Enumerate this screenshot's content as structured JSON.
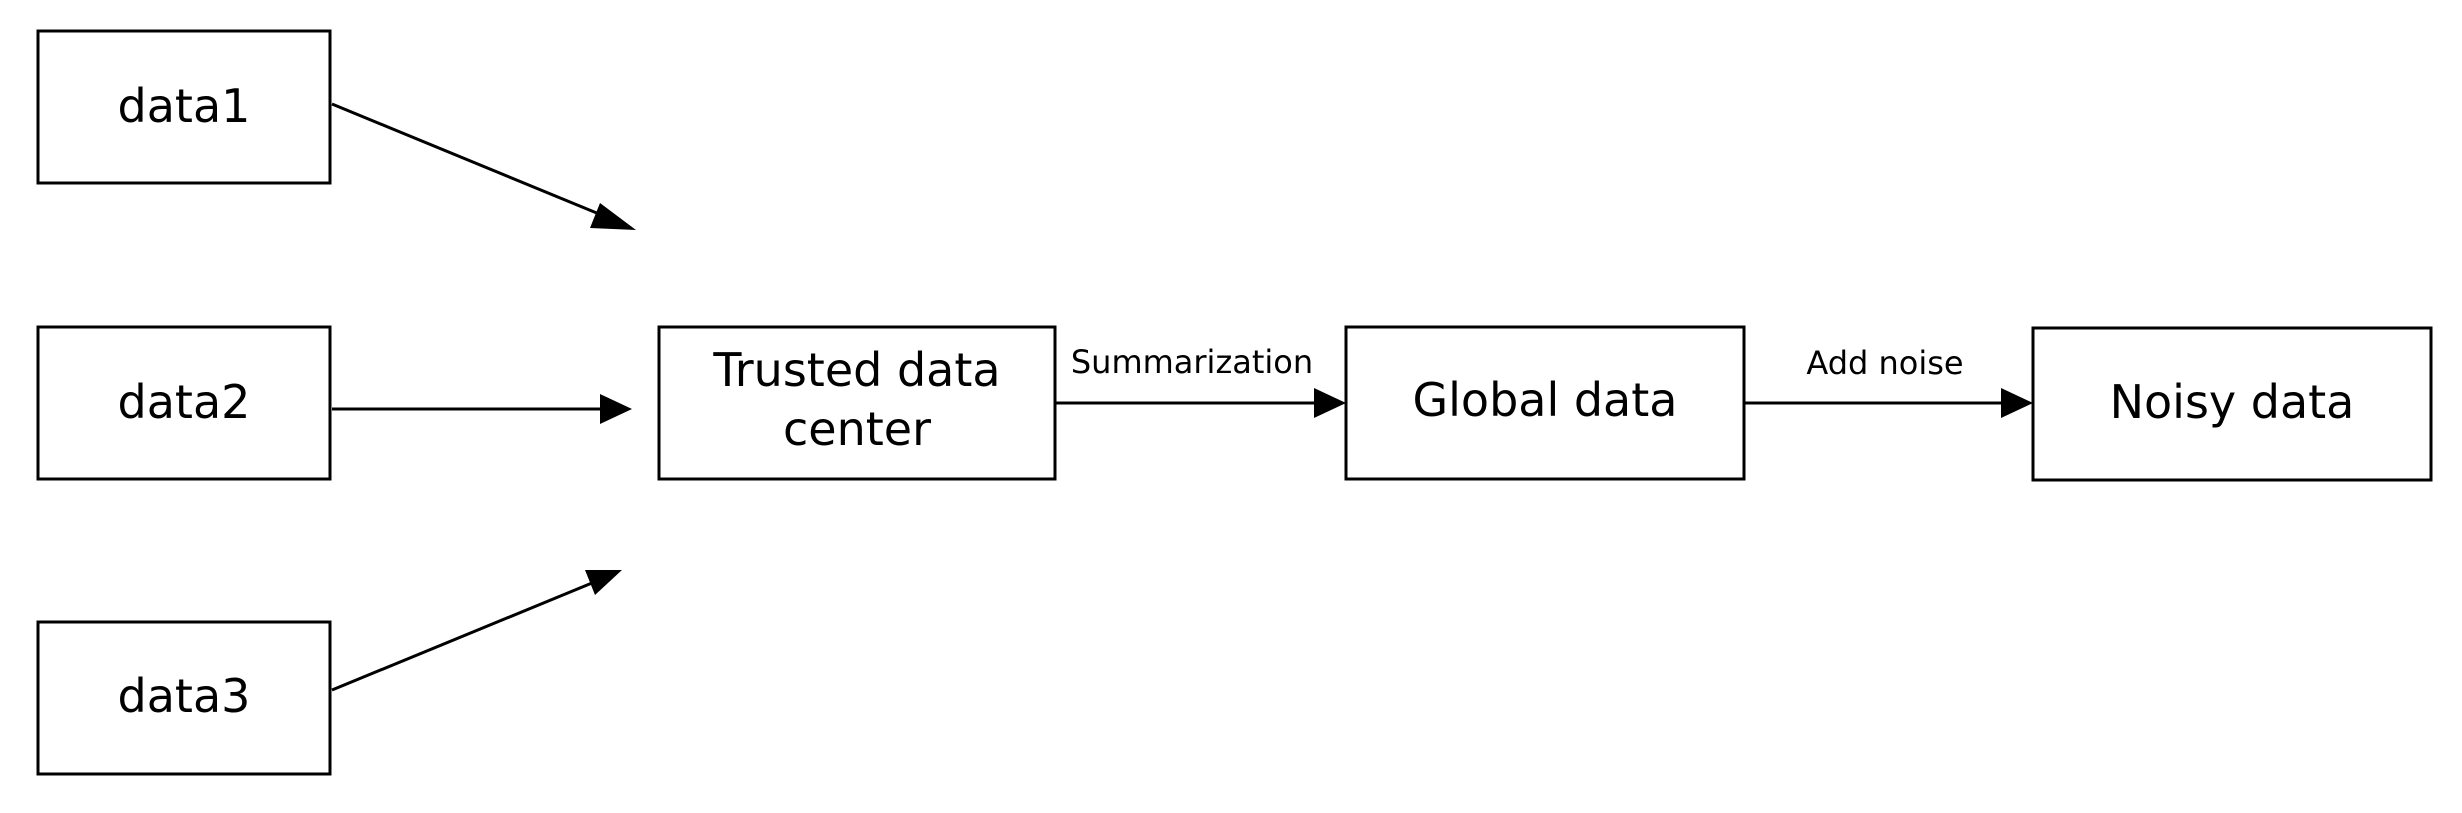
{
  "nodes": {
    "data1": "data1",
    "data2": "data2",
    "data3": "data3",
    "trusted_center_line1": "Trusted data",
    "trusted_center_line2": "center",
    "global_data": "Global data",
    "noisy_data": "Noisy data"
  },
  "edges": {
    "summarization": "Summarization",
    "add_noise": "Add noise"
  }
}
